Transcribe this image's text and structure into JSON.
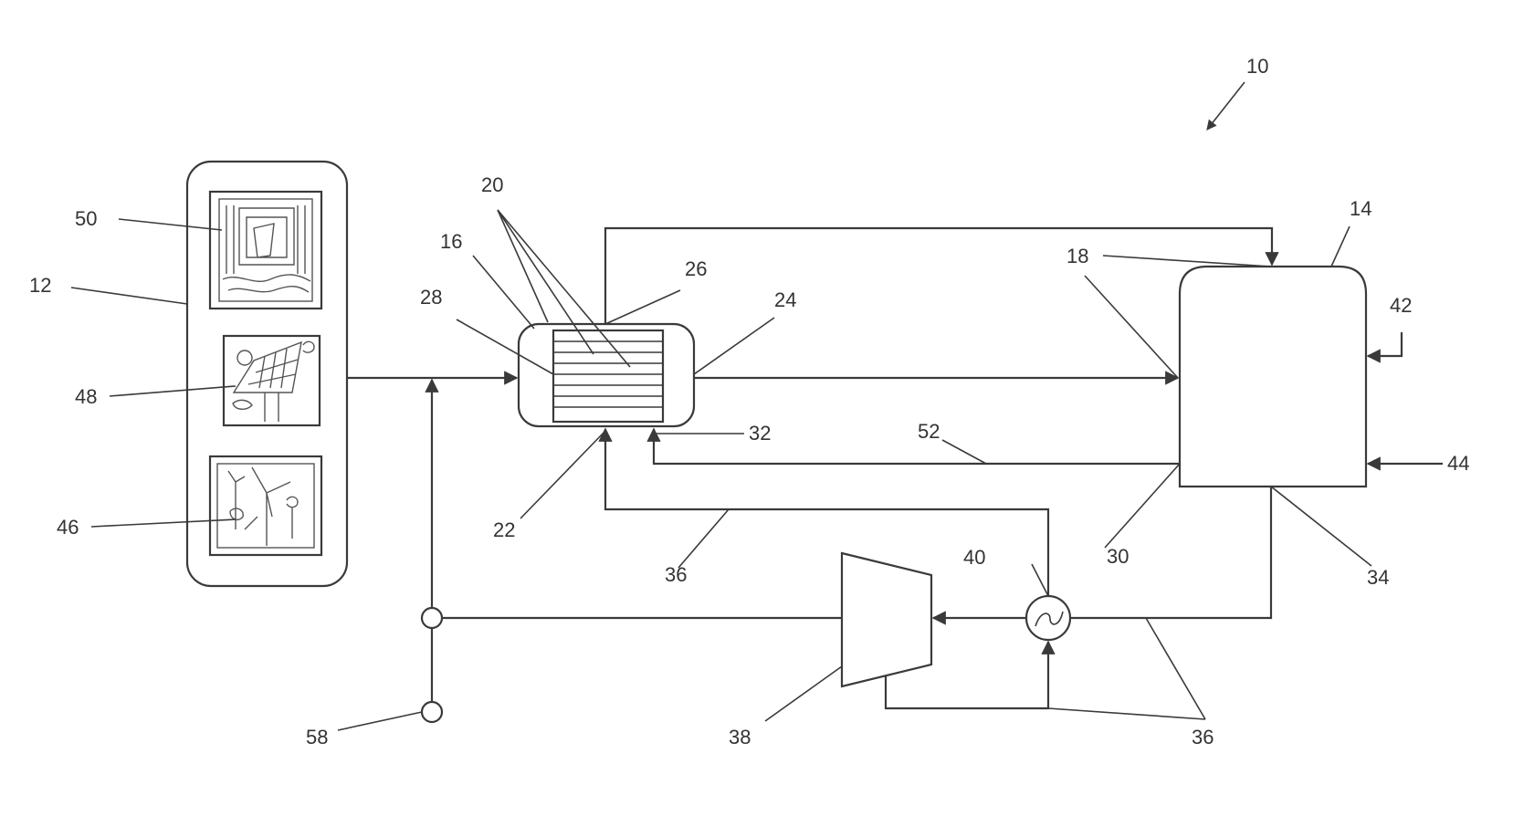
{
  "labels": {
    "r10": "10",
    "r12": "12",
    "r14": "14",
    "r16": "16",
    "r18": "18",
    "r20": "20",
    "r22": "22",
    "r24": "24",
    "r26": "26",
    "r28": "28",
    "r30": "30",
    "r32": "32",
    "r34": "34",
    "r36a": "36",
    "r36b": "36",
    "r38": "38",
    "r40": "40",
    "r42": "42",
    "r44": "44",
    "r46": "46",
    "r48": "48",
    "r50": "50",
    "r52": "52",
    "r58": "58"
  },
  "icons": {
    "source_top": "hydro-dam-icon",
    "source_middle": "solar-panel-icon",
    "source_bottom": "wind-turbine-icon"
  },
  "colors": {
    "line": "#3a3a3a",
    "background": "#ffffff"
  }
}
